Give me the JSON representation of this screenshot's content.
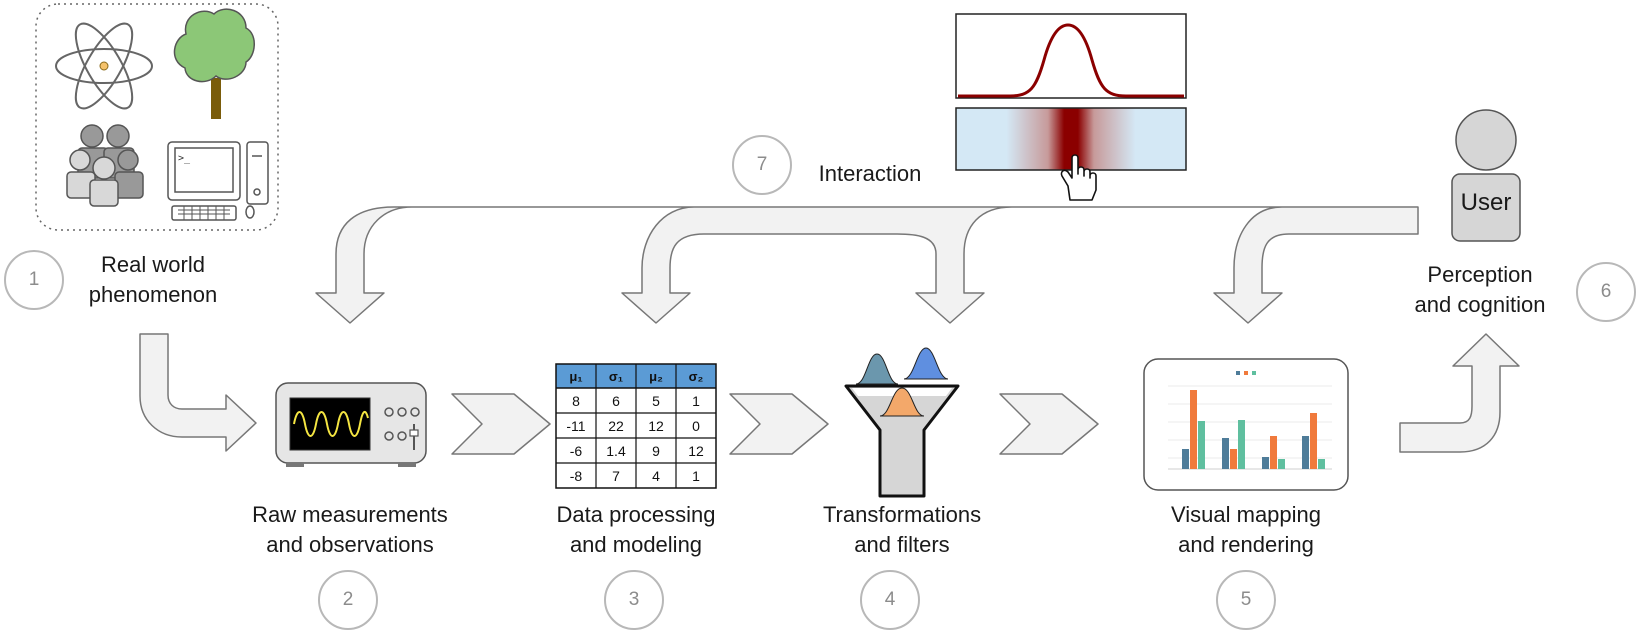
{
  "steps": {
    "s1": {
      "number": "1",
      "line1": "Real world",
      "line2": "phenomenon"
    },
    "s2": {
      "number": "2",
      "line1": "Raw measurements",
      "line2": "and observations"
    },
    "s3": {
      "number": "3",
      "line1": "Data processing",
      "line2": "and modeling"
    },
    "s4": {
      "number": "4",
      "line1": "Transformations",
      "line2": "and filters"
    },
    "s5": {
      "number": "5",
      "line1": "Visual mapping",
      "line2": "and rendering"
    },
    "s6": {
      "number": "6",
      "line1": "Perception",
      "line2": "and cognition"
    },
    "s7": {
      "number": "7",
      "label": "Interaction"
    }
  },
  "user": {
    "label": "User",
    "icon": "user-icon"
  },
  "terminal_prompt": ">_",
  "table": {
    "headers": [
      "μ₁",
      "σ₁",
      "μ₂",
      "σ₂"
    ],
    "rows": [
      [
        "8",
        "6",
        "5",
        "1"
      ],
      [
        "-11",
        "22",
        "12",
        "0"
      ],
      [
        "-6",
        "1.4",
        "9",
        "12"
      ],
      [
        "-8",
        "7",
        "4",
        "1"
      ]
    ]
  },
  "colors": {
    "arrow_fill": "#f2f2f2",
    "arrow_stroke": "#777777",
    "circle_stroke": "#b8b8b8",
    "table_header": "#5b9bd5",
    "tree_green": "#8cc777",
    "tree_trunk": "#7a5c0a",
    "curve_red": "#8b0000",
    "strip_blue": "#d4e8f5",
    "sine_yellow": "#f5e642",
    "bar_teal": "#4e7c99",
    "bar_orange": "#f07a3c",
    "bar_green": "#5fbf9f",
    "dist_teal": "#6b97ad",
    "dist_blue": "#5f8fe0",
    "dist_orange": "#f3a86a"
  }
}
